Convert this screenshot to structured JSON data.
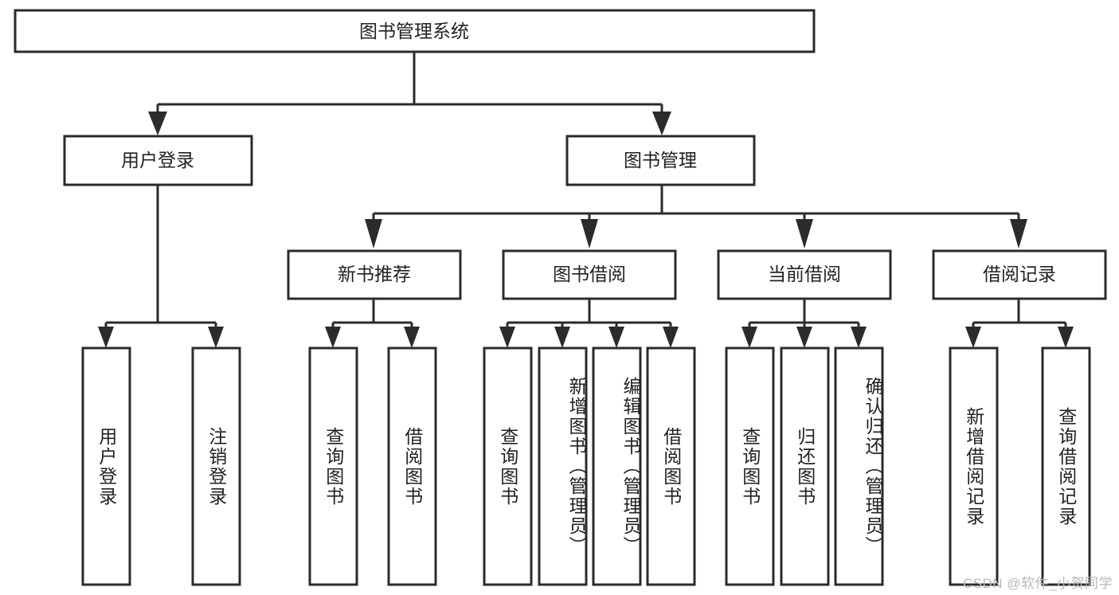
{
  "diagram": {
    "type": "tree-hierarchy",
    "title": "图书管理系统",
    "root": {
      "label": "图书管理系统",
      "orientation": "horizontal"
    },
    "level2": [
      {
        "label": "用户登录",
        "orientation": "horizontal"
      },
      {
        "label": "图书管理",
        "orientation": "horizontal"
      }
    ],
    "level3": [
      {
        "label": "新书推荐",
        "orientation": "horizontal",
        "parent": "图书管理"
      },
      {
        "label": "图书借阅",
        "orientation": "horizontal",
        "parent": "图书管理"
      },
      {
        "label": "当前借阅",
        "orientation": "horizontal",
        "parent": "图书管理"
      },
      {
        "label": "借阅记录",
        "orientation": "horizontal",
        "parent": "图书管理"
      }
    ],
    "leaves": [
      {
        "label": "用户登录",
        "orientation": "vertical",
        "parent": "用户登录"
      },
      {
        "label": "注销登录",
        "orientation": "vertical",
        "parent": "用户登录"
      },
      {
        "label": "查询图书",
        "orientation": "vertical",
        "parent": "新书推荐"
      },
      {
        "label": "借阅图书",
        "orientation": "vertical",
        "parent": "新书推荐"
      },
      {
        "label": "查询图书",
        "orientation": "vertical",
        "parent": "图书借阅"
      },
      {
        "label": "新增图书（管理员）",
        "orientation": "vertical",
        "parent": "图书借阅"
      },
      {
        "label": "编辑图书（管理员）",
        "orientation": "vertical",
        "parent": "图书借阅"
      },
      {
        "label": "借阅图书",
        "orientation": "vertical",
        "parent": "图书借阅"
      },
      {
        "label": "查询图书",
        "orientation": "vertical",
        "parent": "当前借阅"
      },
      {
        "label": "归还图书",
        "orientation": "vertical",
        "parent": "当前借阅"
      },
      {
        "label": "确认归还（管理员）",
        "orientation": "vertical",
        "parent": "当前借阅"
      },
      {
        "label": "新增借阅记录",
        "orientation": "vertical",
        "parent": "借阅记录"
      },
      {
        "label": "查询借阅记录",
        "orientation": "vertical",
        "parent": "借阅记录"
      }
    ],
    "watermark": "CSDN @软件_小贺同学",
    "colors": {
      "stroke": "#2b2b2b",
      "fill": "#ffffff",
      "text": "#222222",
      "watermark": "#b8b8b8"
    }
  }
}
